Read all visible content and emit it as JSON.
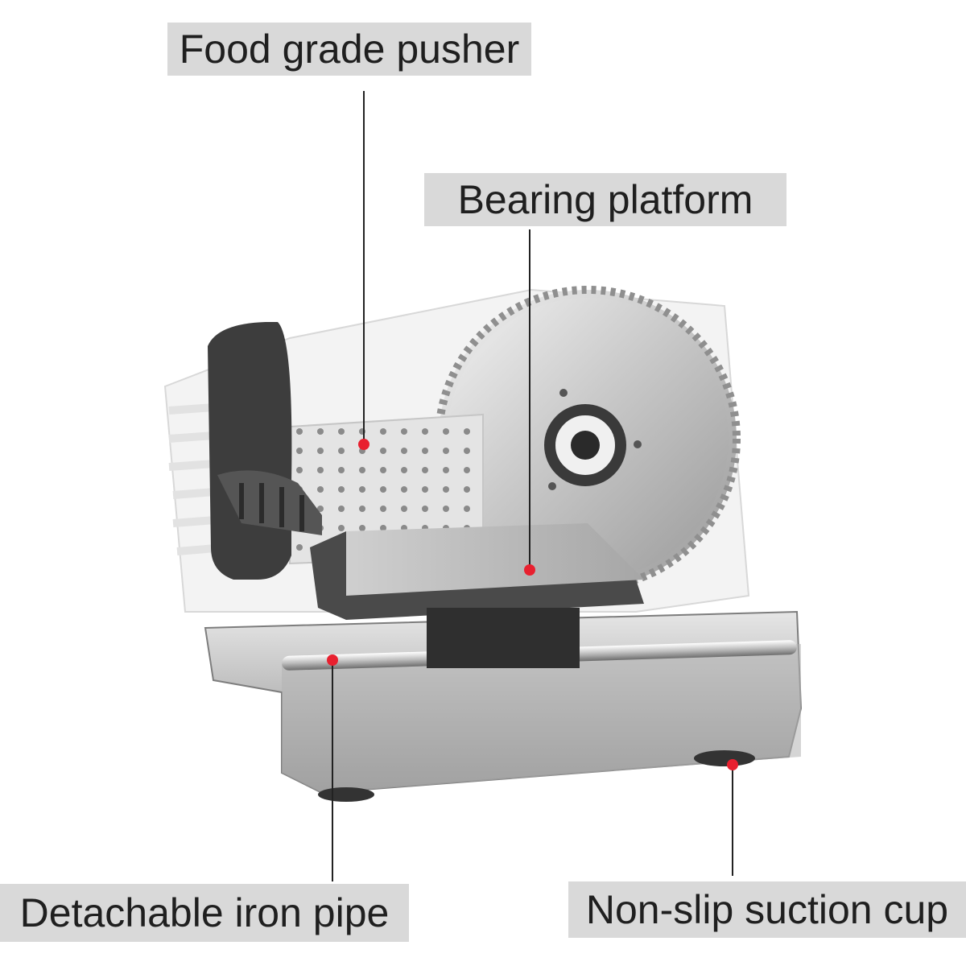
{
  "image": {
    "subject": "meat-slicer-icon",
    "accent_color": "#e8202f",
    "label_bg_color": "#d9d9d9"
  },
  "callouts": {
    "pusher": {
      "label": "Food grade pusher"
    },
    "platform": {
      "label": "Bearing platform"
    },
    "pipe": {
      "label": "Detachable iron pipe"
    },
    "cup": {
      "label": "Non-slip suction cup"
    }
  }
}
